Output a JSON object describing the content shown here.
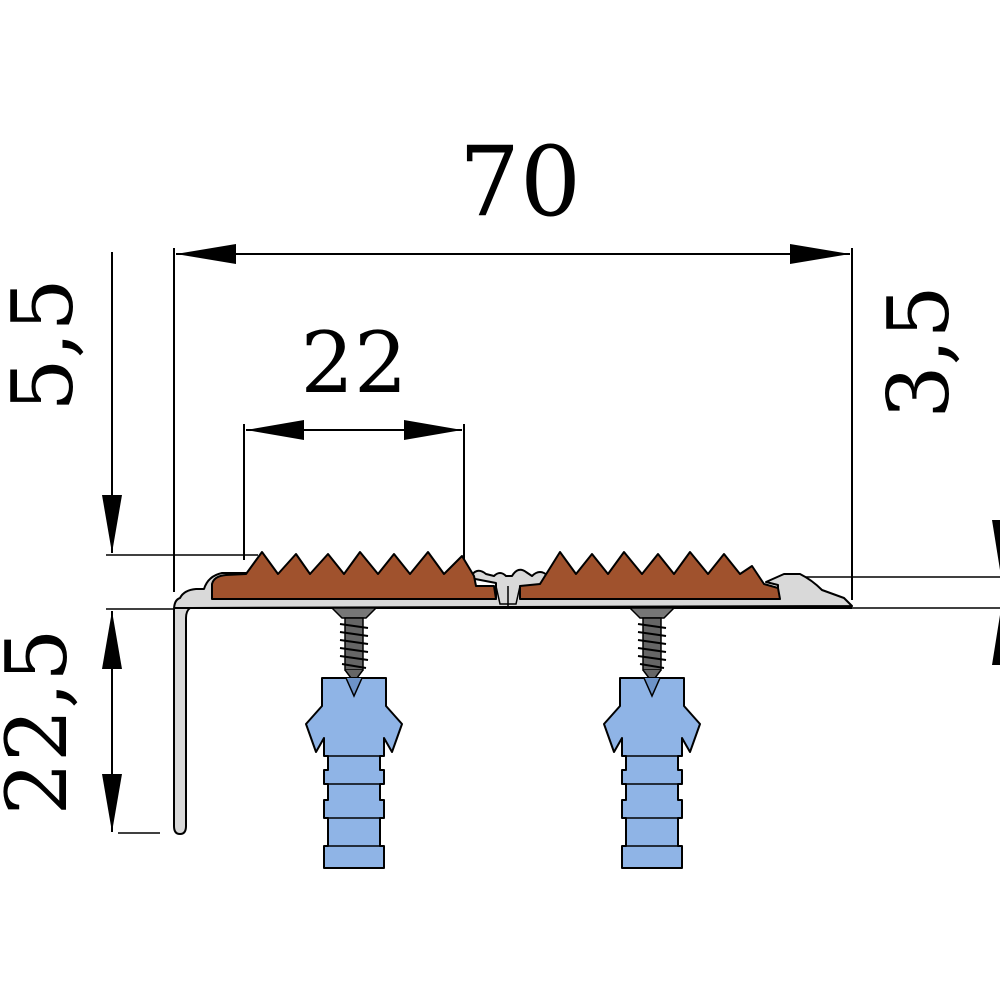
{
  "dimensions": {
    "total_width": "70",
    "insert_width": "22",
    "top_height": "5,5",
    "right_height": "3,5",
    "leg_height": "22,5"
  },
  "colors": {
    "background": "#ffffff",
    "line": "#000000",
    "aluminium": "#d9d9d9",
    "rubber_insert": "#a0522d",
    "screw": "#555555",
    "dowel": "#8fb4e6",
    "dowel_dark": "#6d93c8"
  },
  "parts": [
    "aluminium-profile",
    "rubber-insert-left",
    "rubber-insert-right",
    "screw-left",
    "screw-right",
    "dowel-left",
    "dowel-right"
  ]
}
